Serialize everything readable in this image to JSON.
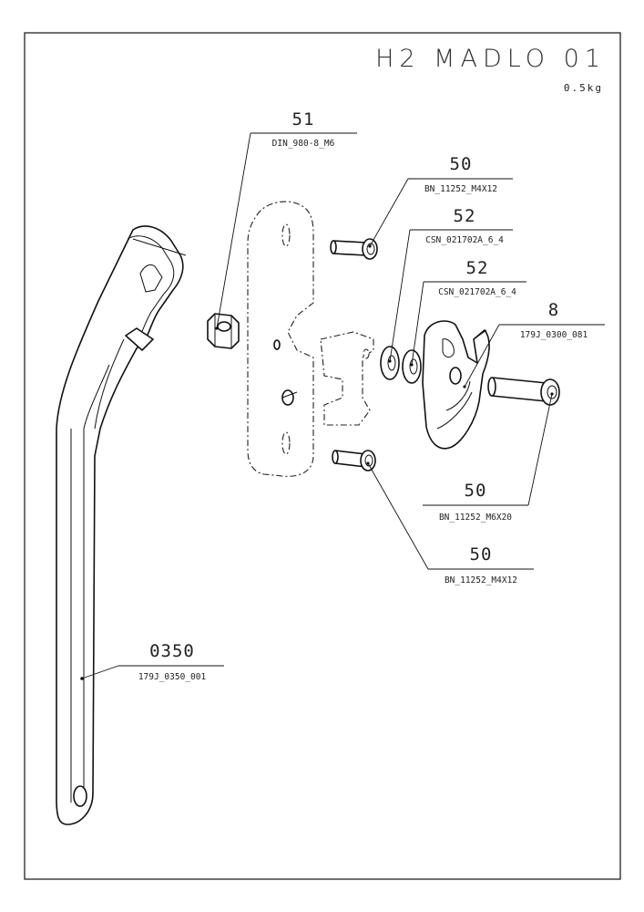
{
  "title": "H2 MADLO 01",
  "mass": "0.5kg",
  "callouts": [
    {
      "id": "c51",
      "number": "51",
      "code": "DIN_980-8_M6"
    },
    {
      "id": "c50a",
      "number": "50",
      "code": "BN_11252_M4X12"
    },
    {
      "id": "c52a",
      "number": "52",
      "code": "CSN_021702A_6_4"
    },
    {
      "id": "c52b",
      "number": "52",
      "code": "CSN_021702A_6_4"
    },
    {
      "id": "c8",
      "number": "8",
      "code": "179J_0300_081"
    },
    {
      "id": "c50b",
      "number": "50",
      "code": "BN_11252_M6X20"
    },
    {
      "id": "c50c",
      "number": "50",
      "code": "BN_11252_M4X12"
    },
    {
      "id": "c0350",
      "number": "0350",
      "code": "179J_0350_001"
    }
  ]
}
